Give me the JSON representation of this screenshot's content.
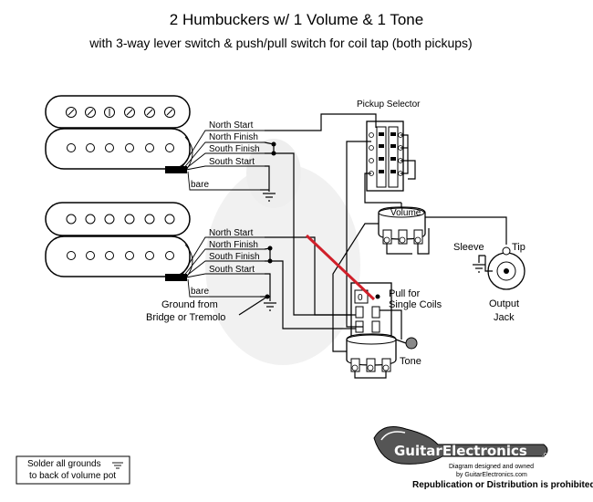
{
  "title": "2 Humbuckers w/ 1 Volume & 1 Tone",
  "subtitle": "with 3-way lever switch & push/pull switch for coil tap (both pickups)",
  "pickup1_wires": [
    "North Start",
    "North Finish",
    "South Finish",
    "South Start",
    "bare"
  ],
  "pickup2_wires": [
    "North Start",
    "North Finish",
    "South Finish",
    "South Start",
    "bare"
  ],
  "pickup_selector_label": "Pickup Selector",
  "volume_label": "Volume",
  "tone_label": "Tone",
  "pushpull_label_line1": "Pull for",
  "pushpull_label_line2": "Single Coils",
  "sleeve_label": "Sleeve",
  "tip_label": "Tip",
  "output_label_line1": "Output",
  "output_label_line2": "Jack",
  "ground_label_line1": "Ground from",
  "ground_label_line2": "Bridge or Tremolo",
  "note_line1": "Solder all grounds",
  "note_line2": "to back of volume pot",
  "brand_name": "GuitarElectronics",
  "brand_suffix": ".com",
  "brand_line1": "Diagram designed and owned",
  "brand_line2": "by GuitarElectronics.com",
  "brand_line3": "Republication or Distribution is prohibited",
  "colors": {
    "wire": "#000000",
    "coil_tap_wire": "#d0202a",
    "tone_cap": "#888888",
    "watermark": "#e6e6e6"
  }
}
